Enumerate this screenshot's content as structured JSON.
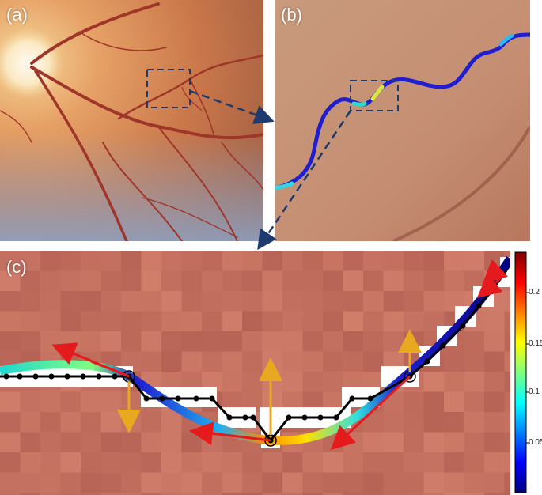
{
  "panels": {
    "a": {
      "label": "(a)"
    },
    "b": {
      "label": "(b)"
    },
    "c": {
      "label": "(c)"
    }
  },
  "colorbar": {
    "ticks": [
      "0.2",
      "0.15",
      "0.1",
      "0.05"
    ],
    "colormap": [
      "#00007f",
      "#0000ff",
      "#007fff",
      "#00ffff",
      "#7fff7f",
      "#ffff00",
      "#ff7f00",
      "#ff0000",
      "#7f0000"
    ]
  },
  "colors": {
    "tangent_arrow": "#e41a1c",
    "normal_arrow": "#e8a820",
    "pixel_chain": "#000000",
    "pixel_mask": "#ffffff",
    "zoom_box": "#1f3a6e"
  }
}
